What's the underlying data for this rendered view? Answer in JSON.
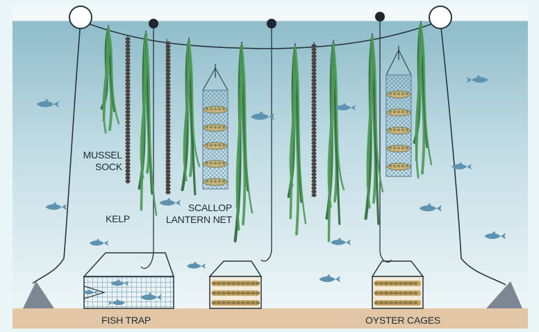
{
  "labels": {
    "mussel_line1": "MUSSEL",
    "mussel_line2": "SOCK",
    "kelp": "KELP",
    "scallop_line1": "SCALLOP",
    "scallop_line2": "LANTERN NET",
    "fish_trap": "FISH TRAP",
    "oyster_cages": "OYSTER CAGES"
  },
  "colors": {
    "water_top": "#8fbcca",
    "water_bottom": "#e9f3f5",
    "seabed": "#e3c6a6",
    "kelp": "#4e9a57",
    "kelp_dark": "#2f6b3a",
    "mussel": "#4b4340",
    "line": "#26343d",
    "fish": "#5d93b0",
    "cage_mesh": "#5f87a3",
    "anchor": "#7d8793"
  }
}
